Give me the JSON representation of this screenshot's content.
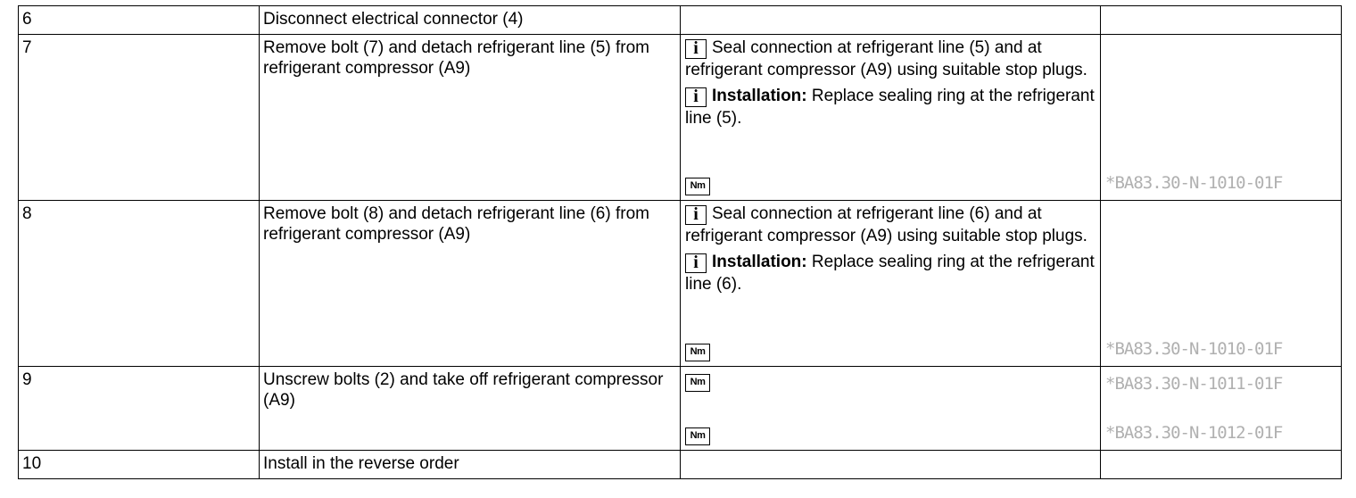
{
  "nm_icon_label": "Nm",
  "info_icon_label": "i",
  "rows": [
    {
      "step": "6",
      "action": "Disconnect electrical connector (4)"
    },
    {
      "step": "7",
      "action": "Remove bolt (7) and detach refrigerant line (5) from refrigerant compressor (A9)",
      "note1": "Seal connection at refrigerant line (5) and at refrigerant compressor (A9) using suitable stop plugs.",
      "note2_bold": "Installation:",
      "note2_text": " Replace sealing ring at the refrigerant line (5).",
      "ref": "*BA83.30-N-1010-01F"
    },
    {
      "step": "8",
      "action": "Remove bolt (8) and detach refrigerant line (6) from refrigerant compressor (A9)",
      "note1": "Seal connection at refrigerant line (6) and at refrigerant compressor (A9) using suitable stop plugs.",
      "note2_bold": "Installation:",
      "note2_text": " Replace sealing ring at the refrigerant line (6).",
      "ref": "*BA83.30-N-1010-01F"
    },
    {
      "step": "9",
      "action": "Unscrew bolts (2) and take off refrigerant compressor (A9)",
      "ref1": "*BA83.30-N-1011-01F",
      "ref2": "*BA83.30-N-1012-01F"
    },
    {
      "step": "10",
      "action": "Install in the reverse order"
    }
  ]
}
